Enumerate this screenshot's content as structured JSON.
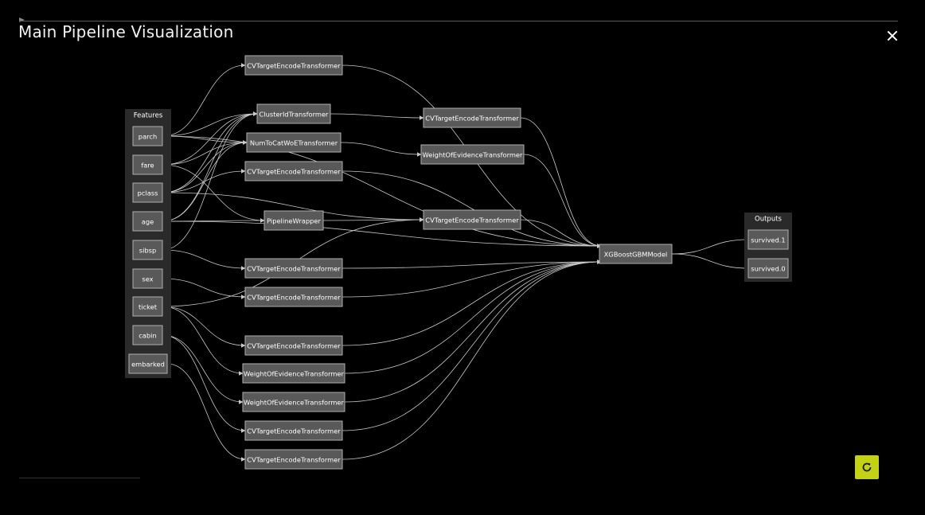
{
  "header": {
    "title": "Main Pipeline Visualization"
  },
  "icons": {
    "close": "close-icon",
    "refresh": "refresh-icon"
  },
  "colors": {
    "accent": "#c3d313",
    "background": "#000000",
    "node": "#595959",
    "edge": "#c8c8c8"
  },
  "graph": {
    "groups": {
      "features": "Features",
      "outputs": "Outputs"
    },
    "features": [
      "parch",
      "fare",
      "pclass",
      "age",
      "sibsp",
      "sex",
      "ticket",
      "cabin",
      "embarked"
    ],
    "transformers": [
      "CVTargetEncodeTransformer",
      "ClusterIdTransformer",
      "NumToCatWoETransformer",
      "CVTargetEncodeTransformer",
      "PipelineWrapper",
      "CVTargetEncodeTransformer",
      "CVTargetEncodeTransformer",
      "CVTargetEncodeTransformer",
      "WeightOfEvidenceTransformer",
      "WeightOfEvidenceTransformer",
      "CVTargetEncodeTransformer",
      "CVTargetEncodeTransformer"
    ],
    "second_stage": [
      "CVTargetEncodeTransformer",
      "WeightOfEvidenceTransformer",
      "CVTargetEncodeTransformer"
    ],
    "model": "XGBoostGBMModel",
    "outputs": [
      "survived.1",
      "survived.0"
    ],
    "edges": [
      [
        "f:parch",
        "t:0"
      ],
      [
        "f:parch",
        "t:1"
      ],
      [
        "f:parch",
        "t:2"
      ],
      [
        "f:fare",
        "t:1"
      ],
      [
        "f:fare",
        "t:2"
      ],
      [
        "f:fare",
        "t:4"
      ],
      [
        "f:pclass",
        "t:1"
      ],
      [
        "f:pclass",
        "t:2"
      ],
      [
        "f:pclass",
        "t:3"
      ],
      [
        "f:pclass",
        "s:2"
      ],
      [
        "f:age",
        "t:1"
      ],
      [
        "f:age",
        "t:2"
      ],
      [
        "f:age",
        "t:4"
      ],
      [
        "f:age",
        "m"
      ],
      [
        "f:sibsp",
        "t:1"
      ],
      [
        "f:sibsp",
        "t:5"
      ],
      [
        "f:sex",
        "t:6"
      ],
      [
        "f:ticket",
        "t:7"
      ],
      [
        "f:ticket",
        "t:8"
      ],
      [
        "f:ticket",
        "s:2"
      ],
      [
        "f:cabin",
        "t:9"
      ],
      [
        "f:cabin",
        "t:10"
      ],
      [
        "f:embarked",
        "t:11"
      ],
      [
        "t:1",
        "s:0"
      ],
      [
        "t:2",
        "s:1"
      ],
      [
        "t:4",
        "s:2"
      ],
      [
        "s:0",
        "m"
      ],
      [
        "s:1",
        "m"
      ],
      [
        "s:2",
        "m"
      ],
      [
        "t:0",
        "m"
      ],
      [
        "t:3",
        "m"
      ],
      [
        "t:5",
        "m"
      ],
      [
        "t:6",
        "m"
      ],
      [
        "t:7",
        "m"
      ],
      [
        "t:8",
        "m"
      ],
      [
        "t:9",
        "m"
      ],
      [
        "t:10",
        "m"
      ],
      [
        "t:11",
        "m"
      ],
      [
        "f:parch",
        "m"
      ],
      [
        "m",
        "o:0"
      ],
      [
        "m",
        "o:1"
      ]
    ]
  }
}
